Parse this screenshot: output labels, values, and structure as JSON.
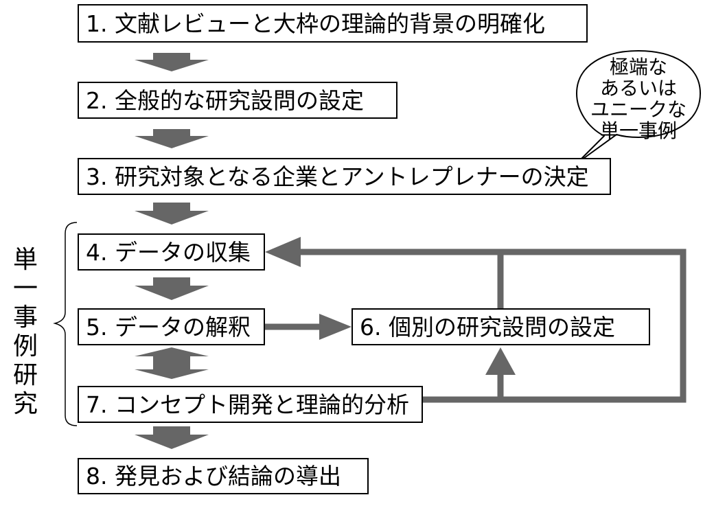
{
  "steps": [
    {
      "id": "s1",
      "label": "1. 文献レビューと大枠の理論的背景の明確化"
    },
    {
      "id": "s2",
      "label": "2. 全般的な研究設問の設定"
    },
    {
      "id": "s3",
      "label": "3. 研究対象となる企業とアントレプレナーの決定"
    },
    {
      "id": "s4",
      "label": "4. データの収集"
    },
    {
      "id": "s5",
      "label": "5. データの解釈"
    },
    {
      "id": "s6",
      "label": "6. 個別の研究設問の設定"
    },
    {
      "id": "s7",
      "label": "7. コンセプト開発と理論的分析"
    },
    {
      "id": "s8",
      "label": "8. 発見および結論の導出"
    }
  ],
  "side_label": {
    "lines": [
      "単",
      "一",
      "事",
      "例",
      "研",
      "究"
    ]
  },
  "speech_bubble": {
    "lines": [
      "極端な",
      "あるいは",
      "ユニークな",
      "単一事例"
    ]
  },
  "colors": {
    "arrow": "#666666",
    "border": "#000000",
    "text": "#000000",
    "background": "#ffffff"
  }
}
